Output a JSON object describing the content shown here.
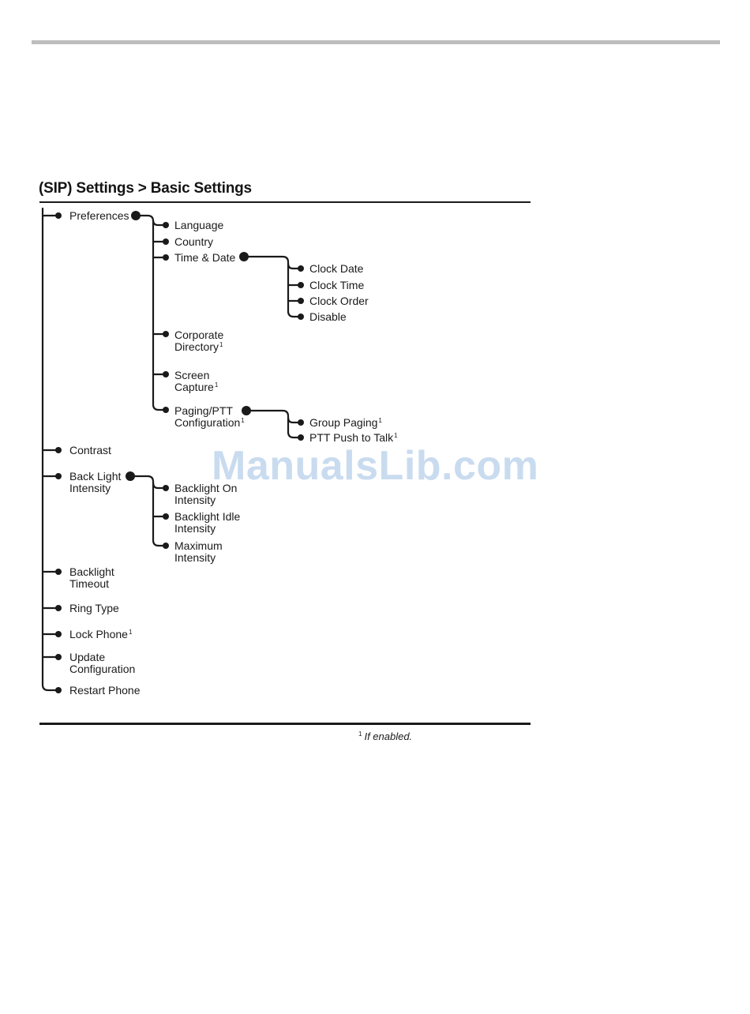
{
  "title": "(SIP) Settings > Basic Settings",
  "footnote": {
    "marker": "1",
    "text": "If enabled."
  },
  "watermark": "ManualsLib.com",
  "colors": {
    "ink": "#1a1a1a",
    "top_bar": "#bdbdbd",
    "watermark": "#b8d0ea"
  },
  "menu": {
    "preferences": "Preferences",
    "language": "Language",
    "country": "Country",
    "time_date": "Time & Date",
    "clock_date": "Clock Date",
    "clock_time": "Clock Time",
    "clock_order": "Clock Order",
    "disable": "Disable",
    "corporate_directory": [
      "Corporate",
      "Directory"
    ],
    "screen_capture": [
      "Screen",
      "Capture"
    ],
    "paging_ptt": [
      "Paging/PTT",
      "Configuration"
    ],
    "group_paging": "Group Paging",
    "ptt_push_to_talk": "PTT Push to Talk",
    "contrast": "Contrast",
    "back_light_intensity": [
      "Back Light",
      "Intensity"
    ],
    "backlight_on": [
      "Backlight On",
      "Intensity"
    ],
    "backlight_idle": [
      "Backlight Idle",
      "Intensity"
    ],
    "maximum_intensity": [
      "Maximum",
      "Intensity"
    ],
    "backlight_timeout": [
      "Backlight",
      "Timeout"
    ],
    "ring_type": "Ring Type",
    "lock_phone": "Lock Phone",
    "update_configuration": [
      "Update",
      "Configuration"
    ],
    "restart_phone": "Restart Phone"
  }
}
